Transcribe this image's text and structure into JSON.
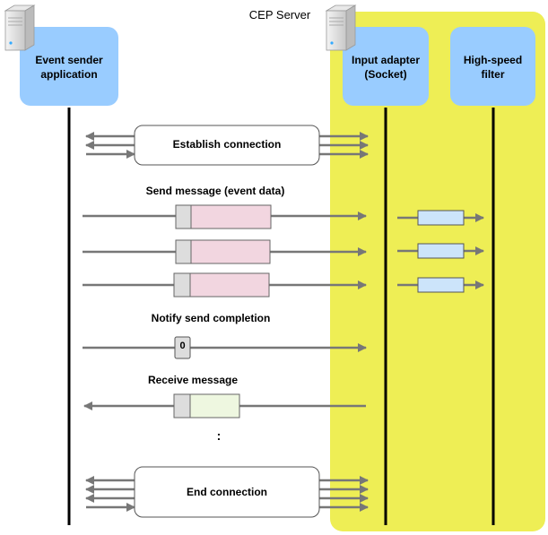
{
  "server_title": "CEP Server",
  "participants": {
    "sender": {
      "line1": "Event sender",
      "line2": "application"
    },
    "adapter": {
      "line1": "Input adapter",
      "line2": "(Socket)"
    },
    "filter": {
      "line1": "High-speed",
      "line2": "filter"
    }
  },
  "steps": {
    "establish": "Establish  connection",
    "send": "Send message (event data)",
    "notify": "Notify send completion",
    "notify_value": "0",
    "receive": "Receive message",
    "ellipsis": ":",
    "end": "End connection"
  },
  "colors": {
    "server_bg": "#eeee55",
    "participant_box": "#99ccff",
    "message_header": "#dddddd",
    "event_data": "#f2d6e0",
    "received_data": "#eef7e0",
    "filter_data": "#cce4fa",
    "arrow": "#777777"
  },
  "icons": [
    "server-icon",
    "server-icon"
  ]
}
